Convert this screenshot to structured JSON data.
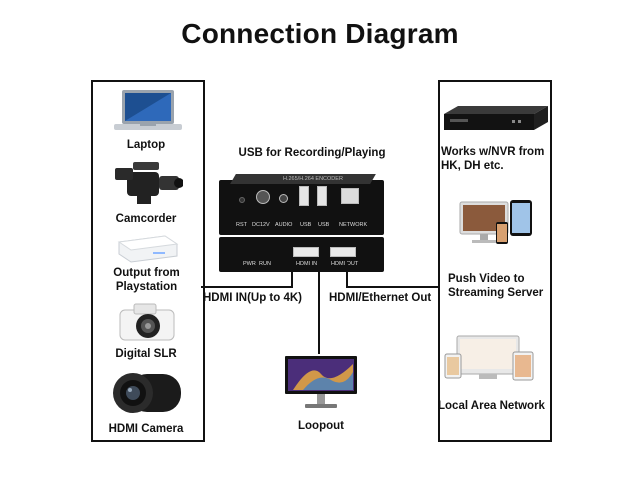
{
  "title": "Connection Diagram",
  "left_devices": [
    {
      "label": "Laptop"
    },
    {
      "label": "Camcorder"
    },
    {
      "label": "Output from Playstation"
    },
    {
      "label": "Digital SLR"
    },
    {
      "label": "HDMI Camera"
    }
  ],
  "right_devices": [
    {
      "label": "Works w/NVR from HK, DH etc."
    },
    {
      "label": "Push Video to Streaming Server"
    },
    {
      "label": "Local Area Network"
    }
  ],
  "center": {
    "usb_label": "USB for Recording/Playing",
    "hdmi_in_label": "HDMI IN(Up to 4K)",
    "hdmi_out_label": "HDMI/Ethernet Out",
    "loopout_label": "Loopout",
    "encoder_top_text": "H.265/H.264 Encoder",
    "ports_top": [
      "RST",
      "DC12V",
      "AUDIO",
      "USB",
      "USB",
      "NETWORK"
    ],
    "ports_bottom": [
      "PWR",
      "RUN",
      "HDMI IN",
      "HDMI OUT"
    ]
  }
}
